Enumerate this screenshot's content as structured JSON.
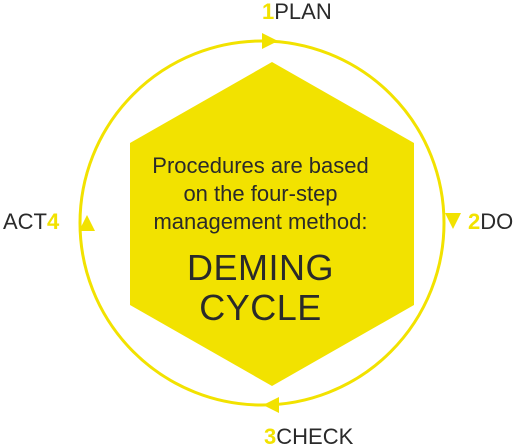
{
  "colors": {
    "accent": "#f2e200",
    "text": "#2a2a2a",
    "background": "#ffffff"
  },
  "steps": [
    {
      "number": "1",
      "label": "PLAN"
    },
    {
      "number": "2",
      "label": "DO"
    },
    {
      "number": "3",
      "label": "CHECK"
    },
    {
      "number": "4",
      "label": "ACT"
    }
  ],
  "center": {
    "description_lines": [
      "Procedures are based",
      "on the four-step",
      "management method:"
    ],
    "title_lines": [
      "DEMING",
      "CYCLE"
    ]
  }
}
